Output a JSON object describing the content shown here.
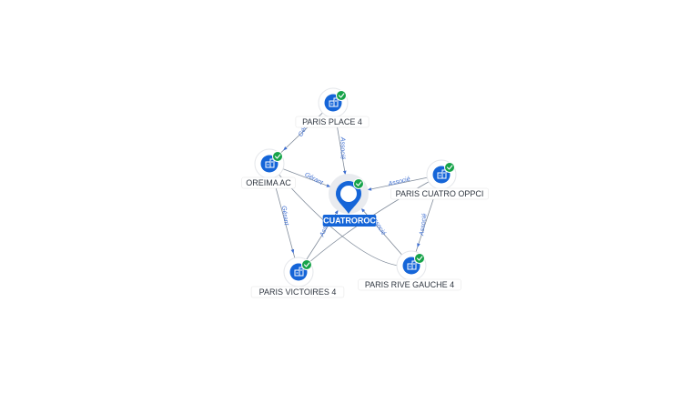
{
  "graph": {
    "center": {
      "label": "CUATROROC",
      "icon": "building-icon",
      "status": "check-icon"
    },
    "nodes": [
      {
        "id": "paris-place-4",
        "label": "PARIS PLACE 4",
        "icon": "building-icon",
        "status": "check-icon"
      },
      {
        "id": "oreima-ac",
        "label": "OREIMA AC",
        "icon": "building-icon",
        "status": "check-icon"
      },
      {
        "id": "paris-cuatro-oppci",
        "label": "PARIS CUATRO OPPCI",
        "icon": "building-icon",
        "status": "check-icon"
      },
      {
        "id": "paris-victoires-4",
        "label": "PARIS VICTOIRES 4",
        "icon": "building-icon",
        "status": "check-icon"
      },
      {
        "id": "paris-rive-gauche-4",
        "label": "PARIS RIVE GAUCHE 4",
        "icon": "building-icon",
        "status": "check-icon"
      }
    ],
    "edges": [
      {
        "from": "paris-place-4",
        "to": "center",
        "label": "Associé"
      },
      {
        "from": "paris-place-4",
        "to": "oreima-ac",
        "label": "Gérant"
      },
      {
        "from": "oreima-ac",
        "to": "center",
        "label": "Gérant"
      },
      {
        "from": "oreima-ac",
        "to": "paris-victoires-4",
        "label": "Gérant"
      },
      {
        "from": "paris-cuatro-oppci",
        "to": "center",
        "label": "Associé"
      },
      {
        "from": "paris-cuatro-oppci",
        "to": "paris-rive-gauche-4",
        "label": "Associé"
      },
      {
        "from": "paris-victoires-4",
        "to": "center",
        "label": "Associé"
      },
      {
        "from": "paris-rive-gauche-4",
        "to": "center",
        "label": "Associé"
      },
      {
        "from": "oreima-ac",
        "to": "paris-rive-gauche-4",
        "label": ""
      },
      {
        "from": "paris-cuatro-oppci",
        "to": "paris-victoires-4",
        "label": ""
      }
    ],
    "colors": {
      "node": "#1565d8",
      "check": "#17a34a",
      "edge_label": "#3f6fd1",
      "edge": "#7f8a99"
    }
  }
}
